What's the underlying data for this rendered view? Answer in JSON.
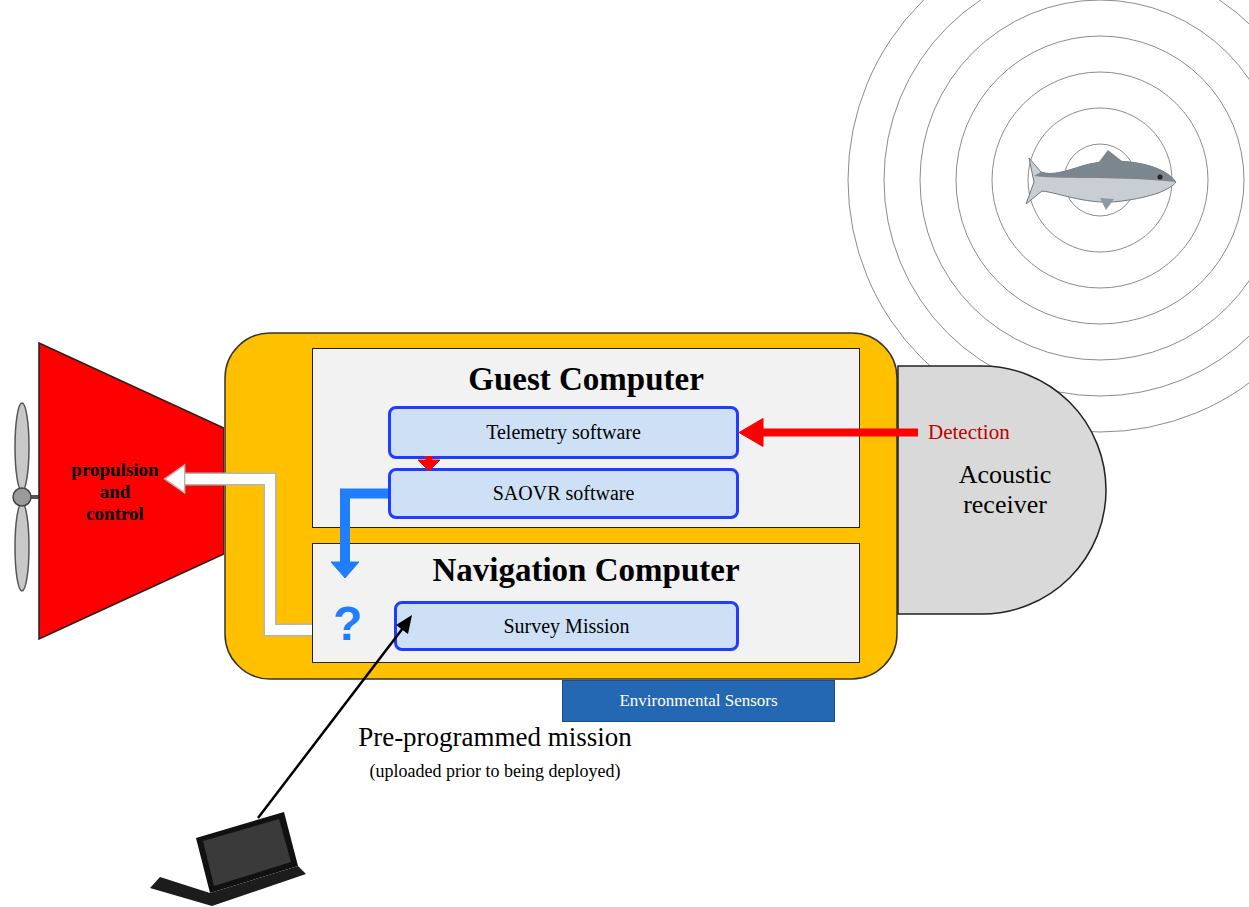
{
  "diagram": {
    "nodes": [
      {
        "text": [
          "Guest Computer"
        ]
      },
      {
        "text": [
          "Telemetry software"
        ],
        "in": 0
      },
      {
        "text": [
          "SAOVR software"
        ],
        "in": 0
      },
      {
        "text": [
          "Navigation Computer"
        ]
      },
      {
        "text": [
          "Survey Mission"
        ],
        "in": 3
      },
      {
        "text": [
          "propulsion and control"
        ]
      },
      {
        "text": [
          "Acoustic receiver"
        ]
      },
      {
        "text": [
          "Environmental Sensors"
        ]
      }
    ],
    "edges": [
      {
        "from": 6,
        "to": 1,
        "arrow": "to",
        "label": "Detection"
      },
      {
        "from": 1,
        "to": 2,
        "arrow": "to"
      },
      {
        "from": 2,
        "to": 3,
        "arrow": "to"
      },
      {
        "from": 3,
        "to": 5,
        "arrow": "to"
      }
    ],
    "labels": [
      "?",
      "Pre-programmed mission",
      "(uploaded prior to being deployed)"
    ]
  }
}
